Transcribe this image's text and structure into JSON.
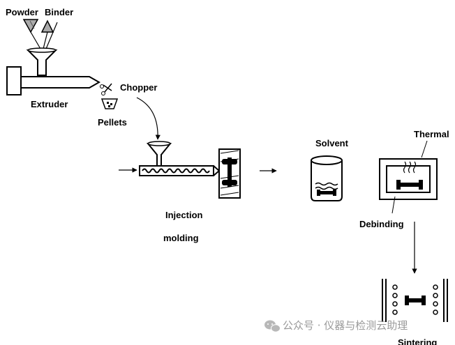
{
  "labels": {
    "powder": "Powder",
    "binder": "Binder",
    "chopper": "Chopper",
    "extruder": "Extruder",
    "pellets": "Pellets",
    "injection_line1": "Injection",
    "injection_line2": "molding",
    "solvent": "Solvent",
    "thermal": "Thermal",
    "debinding": "Debinding",
    "sintering": "Sintering"
  },
  "watermark": {
    "text": "公众号 · 仪器与检测云助理",
    "icon": "wechat-icon"
  },
  "colors": {
    "ink": "#000000",
    "watermark": "#9a9a9a"
  }
}
